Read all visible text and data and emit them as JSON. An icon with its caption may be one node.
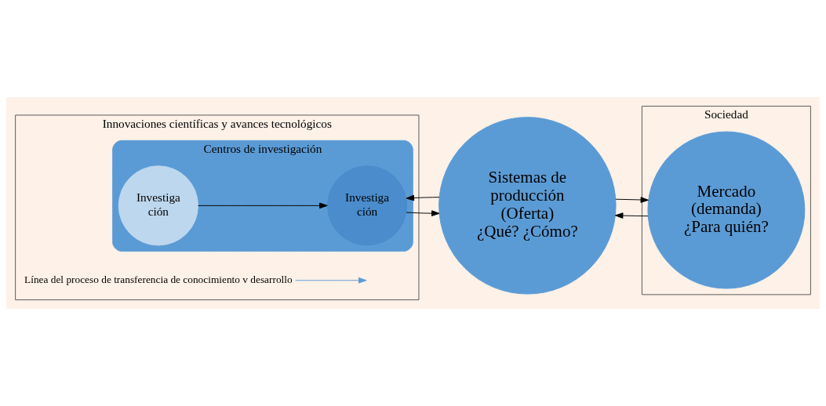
{
  "diagram": {
    "nodes": [
      {
        "text": [
          "Innovaciones científicas y avances tecnológicos"
        ]
      },
      {
        "text": [
          "Sociedad"
        ]
      },
      {
        "text": [
          "Línea del proceso de transferencia de conocimiento v desarrollo"
        ],
        "in": 0
      },
      {
        "text": [
          "Centros de investigación"
        ],
        "in": 0
      },
      {
        "text": [
          "Investiga ción"
        ],
        "in": 3
      },
      {
        "text": [
          "Investiga ción"
        ],
        "in": 3
      },
      {
        "text": [
          "Sistemas de producción (Oferta) ¿Qué? ¿Cómo?"
        ]
      },
      {
        "text": [
          "Mercado (demanda) ¿Para quién?"
        ],
        "in": 1
      }
    ],
    "edges": [
      {
        "from": 2,
        "to": null,
        "arrow": "to",
        "color": "#5b9bd5"
      },
      {
        "from": 4,
        "to": 5,
        "arrow": "to"
      },
      {
        "from": 5,
        "to": 6,
        "arrow": "to"
      },
      {
        "from": 6,
        "to": 5,
        "arrow": "to"
      },
      {
        "from": 6,
        "to": 7,
        "arrow": "to"
      },
      {
        "from": 7,
        "to": 6,
        "arrow": "to"
      }
    ]
  }
}
